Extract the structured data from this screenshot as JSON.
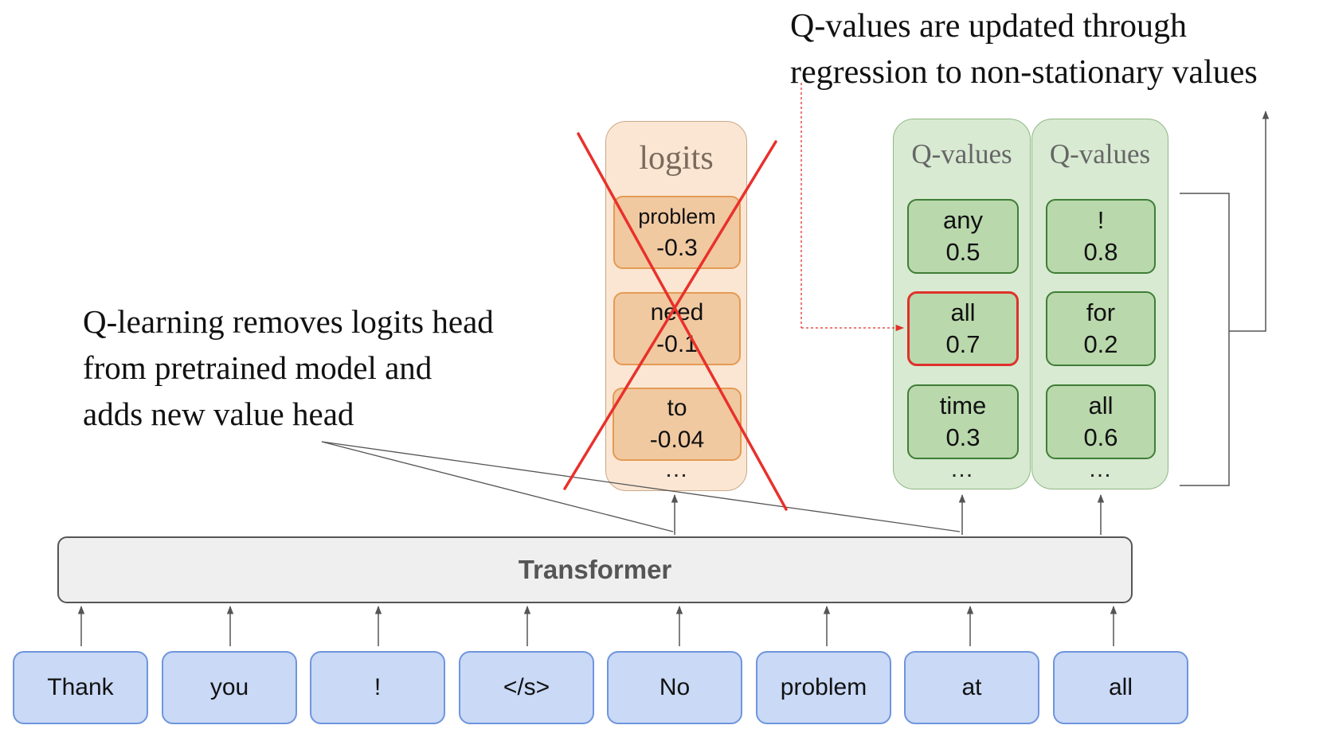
{
  "annotations": {
    "qvalues_update": "Q-values are updated through\nregression to non-stationary values",
    "qlearning_note": "Q-learning removes logits head\nfrom pretrained model and\nadds new value head"
  },
  "logits_head": {
    "title": "logits",
    "entries": [
      {
        "word": "problem",
        "value": "-0.3"
      },
      {
        "word": "need",
        "value": "-0.1"
      },
      {
        "word": "to",
        "value": "-0.04"
      }
    ],
    "ellipsis": "…",
    "crossed_out": true
  },
  "q_heads": [
    {
      "title": "Q-values",
      "entries": [
        {
          "word": "any",
          "value": "0.5"
        },
        {
          "word": "all",
          "value": "0.7",
          "highlighted": true
        },
        {
          "word": "time",
          "value": "0.3"
        }
      ],
      "ellipsis": "…"
    },
    {
      "title": "Q-values",
      "entries": [
        {
          "word": "!",
          "value": "0.8"
        },
        {
          "word": "for",
          "value": "0.2"
        },
        {
          "word": "all",
          "value": "0.6"
        }
      ],
      "ellipsis": "…"
    }
  ],
  "transformer": {
    "label": "Transformer"
  },
  "tokens": [
    "Thank",
    "you",
    "!",
    "</s>",
    "No",
    "problem",
    "at",
    "all"
  ],
  "colors": {
    "cross": "#e8312b",
    "highlight": "#e0302b",
    "token_fill": "#c9d9f6",
    "token_border": "#6f95dd",
    "logits_fill": "#f1c9a1",
    "q_fill": "#b9d8ac"
  }
}
